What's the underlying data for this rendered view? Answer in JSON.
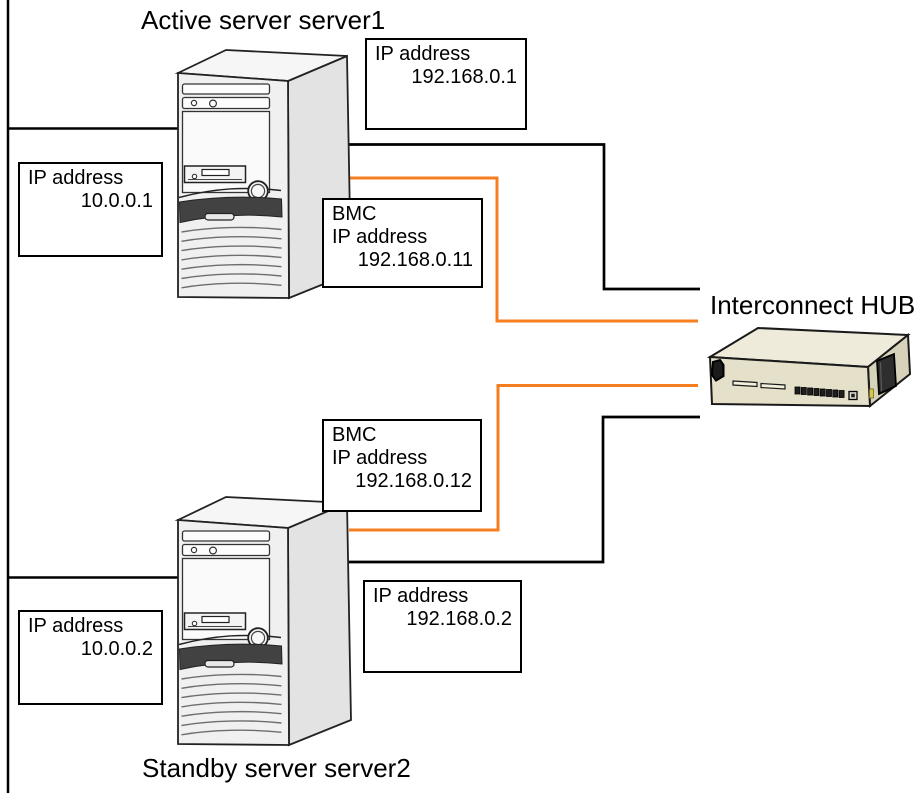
{
  "diagram": {
    "title_active": "Active server server1",
    "title_standby": "Standby server server2",
    "hub_label": "Interconnect HUB"
  },
  "boxes": {
    "server1_ip": {
      "label": "IP address",
      "value": "192.168.0.1"
    },
    "server1_public_ip": {
      "label": "IP address",
      "value": "10.0.0.1"
    },
    "server1_bmc": {
      "title": "BMC",
      "label": "IP address",
      "value": "192.168.0.11"
    },
    "server2_bmc": {
      "title": "BMC",
      "label": "IP address",
      "value": "192.168.0.12"
    },
    "server2_ip": {
      "label": "IP address",
      "value": "192.168.0.2"
    },
    "server2_public_ip": {
      "label": "IP address",
      "value": "10.0.0.2"
    }
  },
  "icons": {
    "server1": "tower-server-icon",
    "server2": "tower-server-icon",
    "hub": "network-hub-icon"
  },
  "colors": {
    "bmc_line": "#F57E20",
    "lan_line": "#000000",
    "hub_top": "#EFEBDA",
    "hub_front": "#E4E0CA",
    "hub_side": "#D7D3BB"
  },
  "connections": [
    {
      "from": "server1",
      "to": "interconnect-hub",
      "color": "black"
    },
    {
      "from": "server1-bmc",
      "to": "interconnect-hub",
      "color": "orange"
    },
    {
      "from": "server2-bmc",
      "to": "interconnect-hub",
      "color": "orange"
    },
    {
      "from": "server2",
      "to": "interconnect-hub",
      "color": "black"
    },
    {
      "from": "server1",
      "to": "left-network",
      "color": "black"
    },
    {
      "from": "server2",
      "to": "left-network",
      "color": "black"
    }
  ]
}
